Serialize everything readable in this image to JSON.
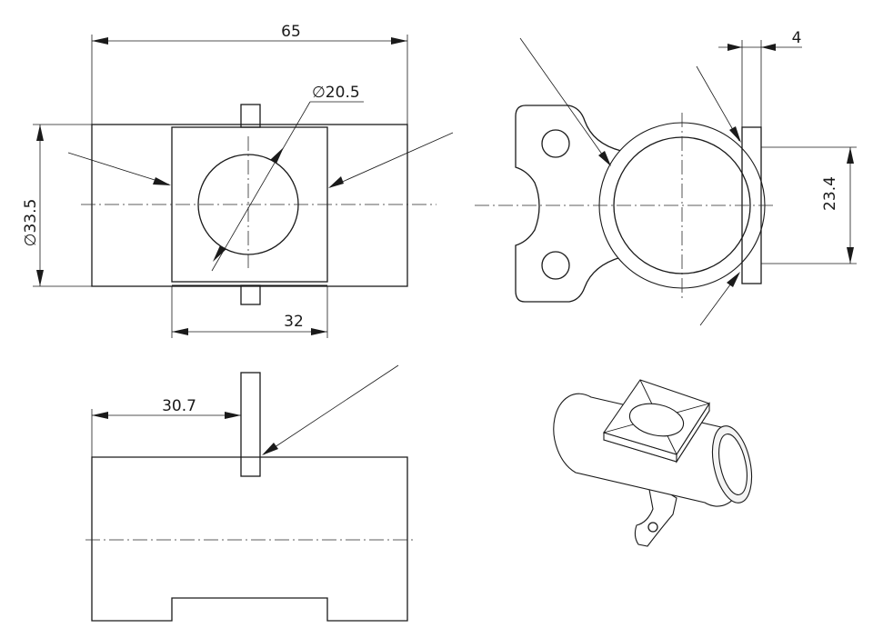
{
  "dimensions": {
    "overall_width": "65",
    "hole_diameter": "∅20.5",
    "body_diameter": "∅33.5",
    "plate_width": "32",
    "tab_thickness": "4",
    "tab_height": "23.4",
    "tab_offset": "30.7"
  }
}
